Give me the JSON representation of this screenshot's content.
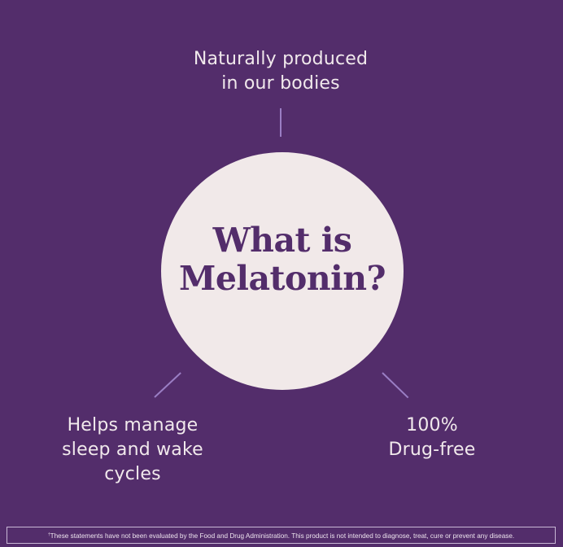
{
  "colors": {
    "background": "#532d6b",
    "circle": "#f1e9e9",
    "title_text": "#532d6b",
    "fact_text": "#f1e9ec",
    "connector": "#9a7ec4",
    "disclaimer_border": "#c9b8d6"
  },
  "title": {
    "line1": "What is",
    "line2": "Melatonin?"
  },
  "facts": {
    "top": {
      "line1": "Naturally produced",
      "line2": "in our bodies"
    },
    "left": {
      "line1": "Helps manage",
      "line2": "sleep and wake",
      "line3": "cycles"
    },
    "right": {
      "line1": "100%",
      "line2": "Drug-free"
    }
  },
  "disclaimer": {
    "marker": "†",
    "text": "These statements have not been evaluated by the Food and Drug Administration. This product is not intended to diagnose, treat, cure or prevent any disease."
  }
}
